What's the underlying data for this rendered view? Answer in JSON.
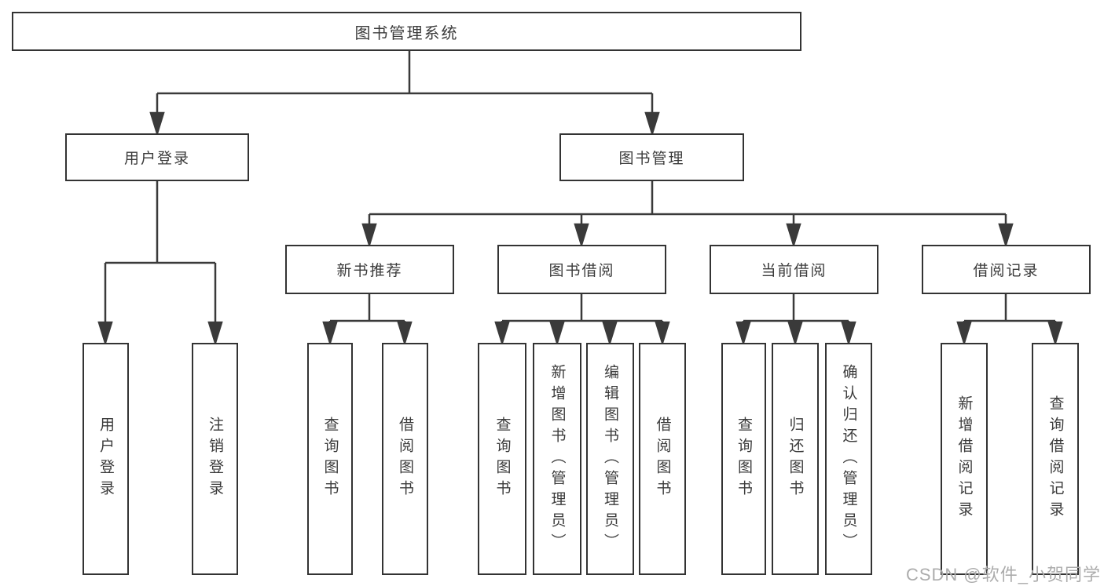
{
  "diagram": {
    "root": {
      "label": "图书管理系统"
    },
    "branches": {
      "user_login": {
        "label": "用户登录",
        "children": [
          {
            "label": "用户登录"
          },
          {
            "label": "注销登录"
          }
        ]
      },
      "book_management": {
        "label": "图书管理",
        "children": [
          {
            "label": "新书推荐",
            "children": [
              {
                "label": "查询图书"
              },
              {
                "label": "借阅图书"
              }
            ]
          },
          {
            "label": "图书借阅",
            "children": [
              {
                "label": "查询图书"
              },
              {
                "label": "新增图书（管理员）"
              },
              {
                "label": "编辑图书（管理员）"
              },
              {
                "label": "借阅图书"
              }
            ]
          },
          {
            "label": "当前借阅",
            "children": [
              {
                "label": "查询图书"
              },
              {
                "label": "归还图书"
              },
              {
                "label": "确认归还（管理员）"
              }
            ]
          },
          {
            "label": "借阅记录",
            "children": [
              {
                "label": "新增借阅记录"
              },
              {
                "label": "查询借阅记录"
              }
            ]
          }
        ]
      }
    },
    "colors": {
      "line": "#3a3a3a",
      "box_border": "#333333",
      "text": "#3b3b3b",
      "background": "#ffffff",
      "watermark": "#acacac"
    }
  },
  "watermark": {
    "text": "CSDN @软件_小贺同学"
  }
}
